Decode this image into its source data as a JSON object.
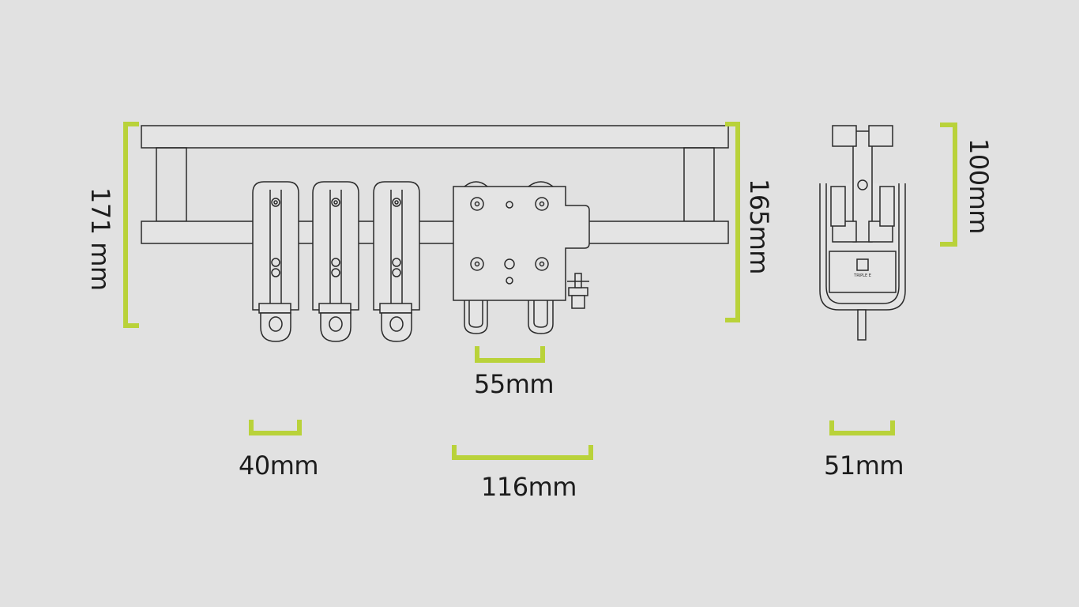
{
  "colors": {
    "background": "#e1e1e1",
    "dimension_bracket": "#b9d23a",
    "line_art": "#2a2a2a",
    "text": "#1c1c1c"
  },
  "dimensions": {
    "overall_height_left": "171 mm",
    "overall_height_right": "165mm",
    "side_view_height": "100mm",
    "runner_width": "40mm",
    "wheel_spacing": "55mm",
    "master_carrier_width": "116mm",
    "side_view_width": "51mm"
  },
  "logo": {
    "text": "TRIPLE E",
    "icon": "triple-e-logo"
  }
}
